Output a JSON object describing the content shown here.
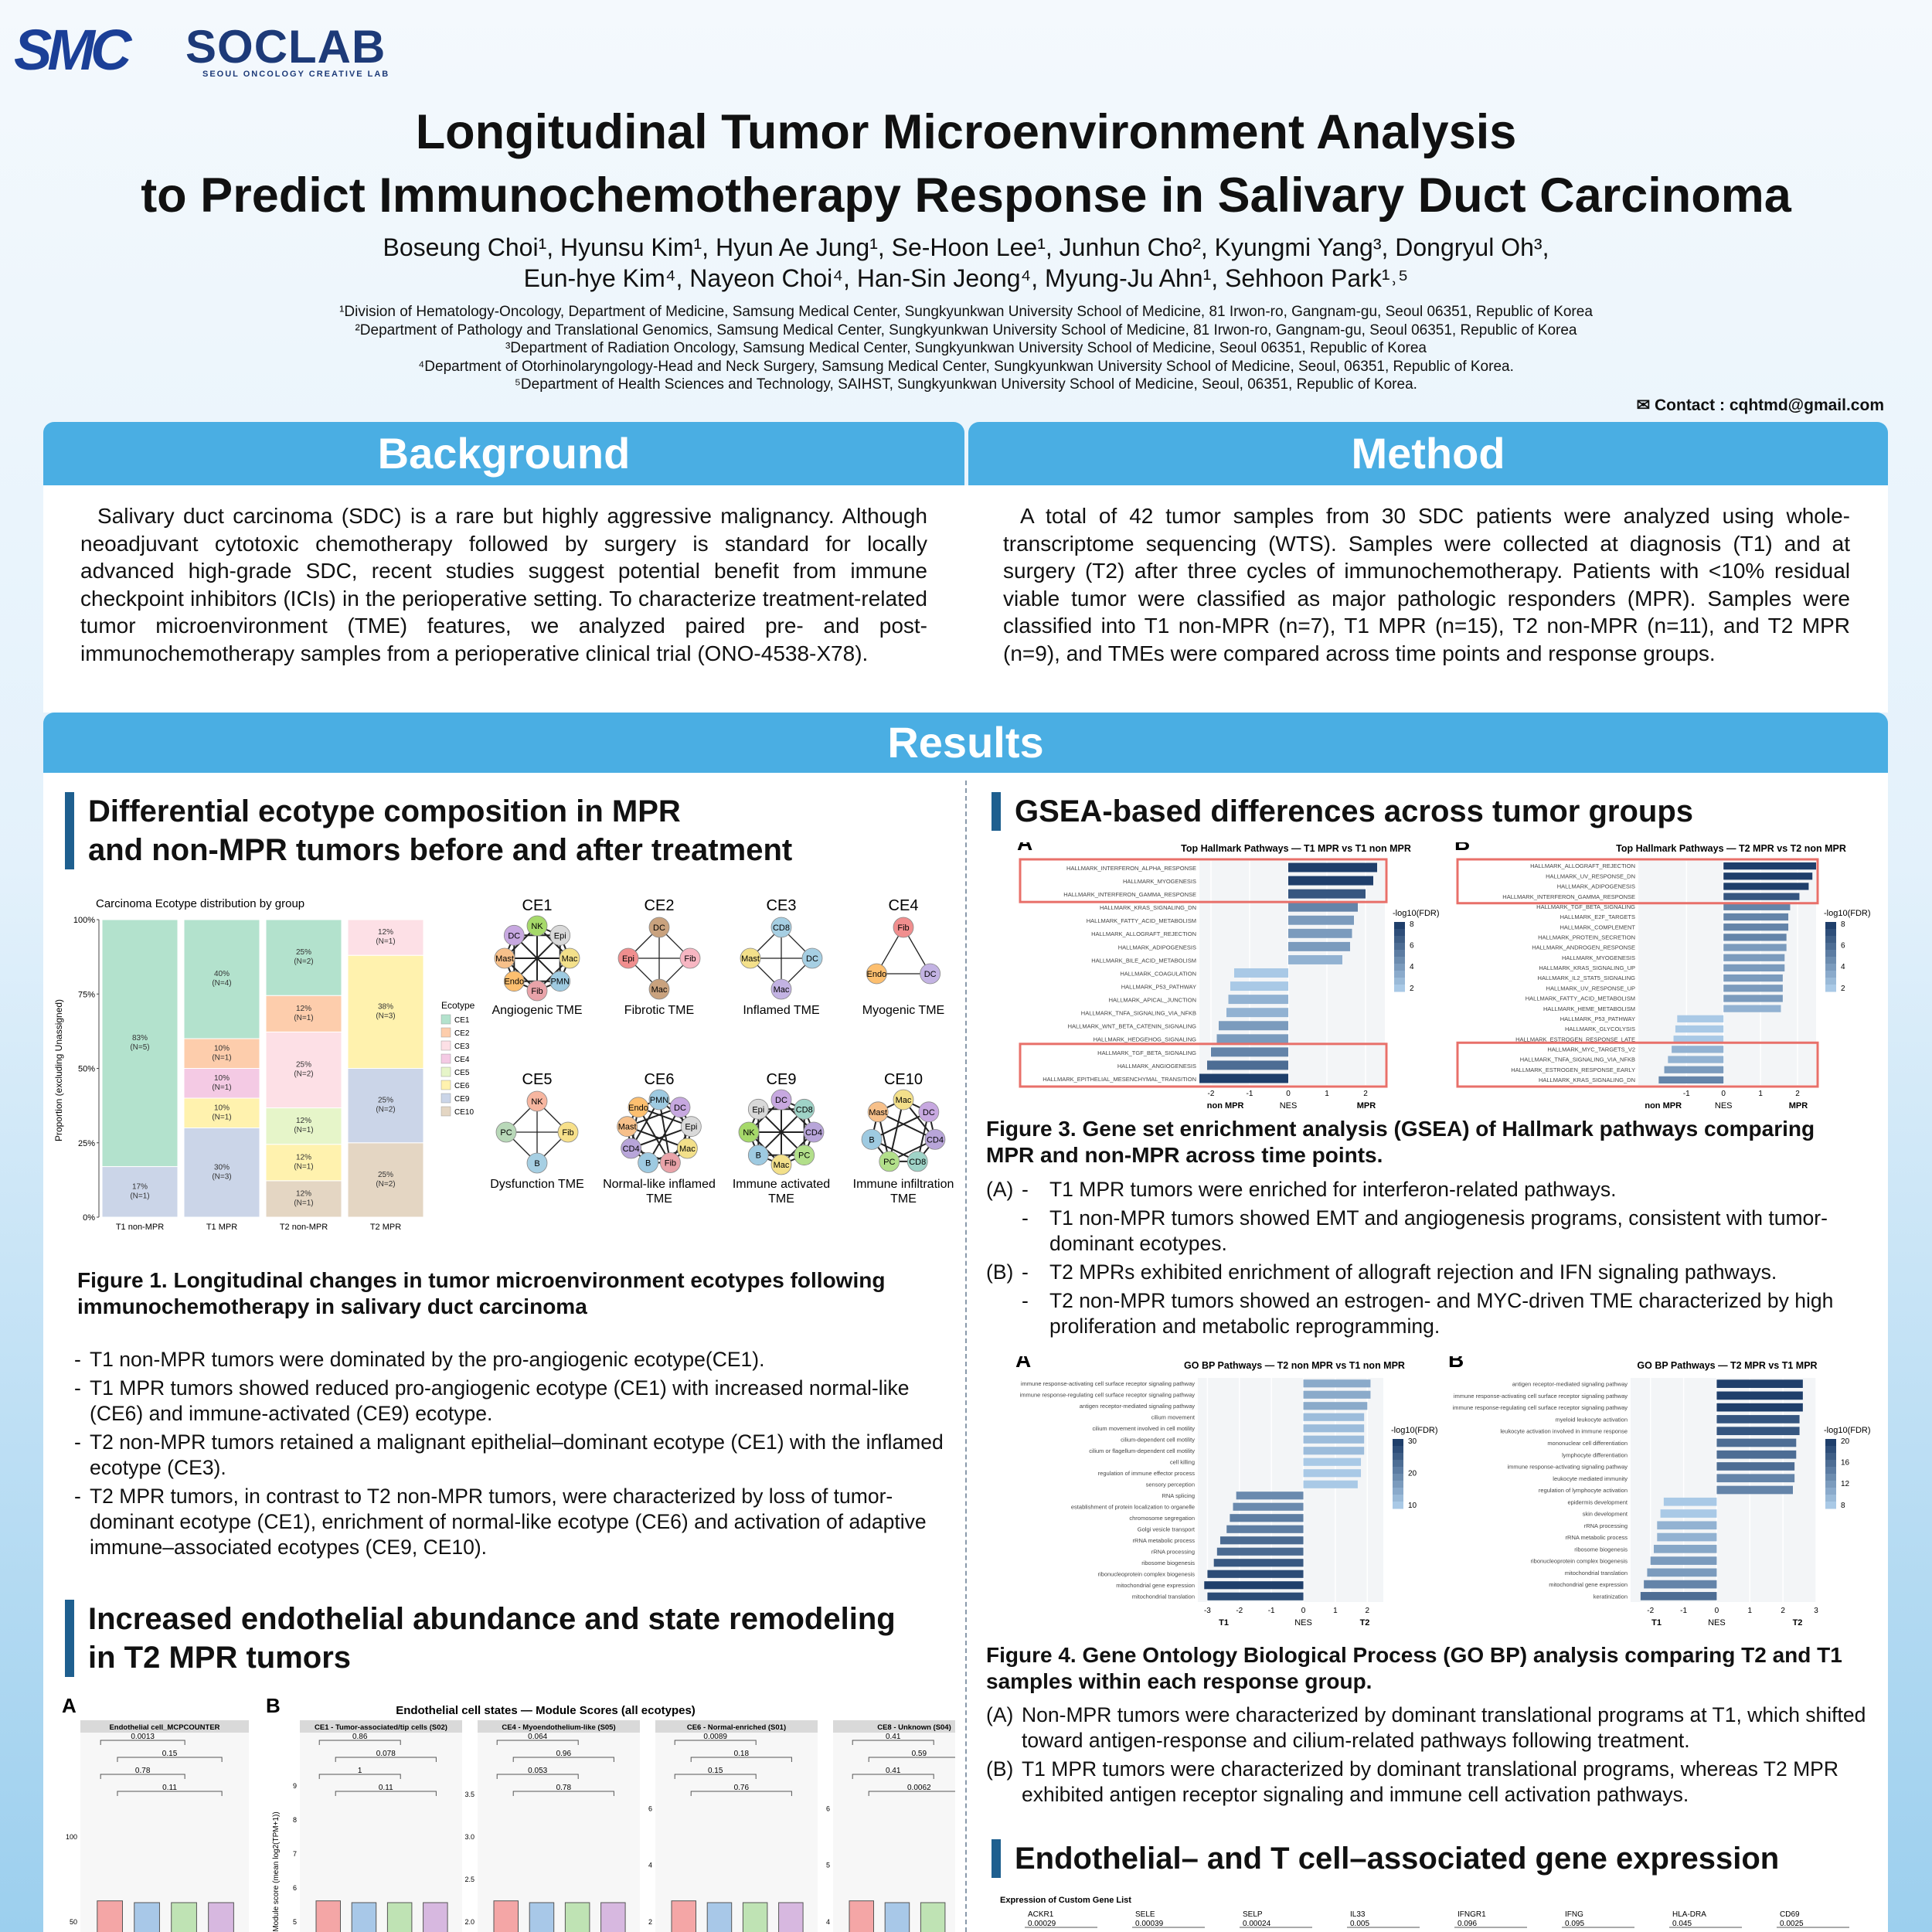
{
  "header": {
    "logo_main": "SMC",
    "logo_lab": "SOCLAB",
    "logo_sub": "SEOUL ONCOLOGY CREATIVE LAB",
    "title_line1": "Longitudinal Tumor Microenvironment Analysis",
    "title_line2": "to Predict Immunochemotherapy Response in Salivary Duct Carcinoma",
    "authors_line1": "Boseung Choi¹, Hyunsu Kim¹, Hyun Ae Jung¹, Se-Hoon Lee¹, Junhun Cho², Kyungmi Yang³, Dongryul Oh³,",
    "authors_line2": "Eun-hye Kim⁴, Nayeon Choi⁴, Han-Sin Jeong⁴, Myung-Ju Ahn¹, Sehhoon Park¹˒⁵",
    "affiliations": [
      "¹Division of Hematology-Oncology, Department of Medicine, Samsung Medical Center, Sungkyunkwan University School of Medicine, 81 Irwon-ro, Gangnam-gu, Seoul 06351, Republic of Korea",
      "²Department of Pathology and Translational Genomics, Samsung Medical Center, Sungkyunkwan University School of Medicine, 81 Irwon-ro, Gangnam-gu, Seoul 06351, Republic of Korea",
      "³Department of Radiation Oncology, Samsung Medical Center, Sungkyunkwan University School of Medicine, Seoul 06351, Republic of Korea",
      "⁴Department of Otorhinolaryngology-Head and Neck Surgery, Samsung Medical Center, Sungkyunkwan University School of Medicine, Seoul, 06351, Republic of Korea.",
      "⁵Department of Health Sciences and Technology, SAIHST, Sungkyunkwan University School of Medicine, Seoul, 06351, Republic of Korea."
    ],
    "contact": "✉ Contact : cqhtmd@gmail.com"
  },
  "background": {
    "heading": "Background",
    "text": "Salivary duct carcinoma (SDC) is a rare but highly aggressive malignancy. Although neoadjuvant cytotoxic chemotherapy followed by surgery is standard for locally advanced high-grade SDC, recent studies suggest potential benefit from immune checkpoint inhibitors (ICIs) in the perioperative setting. To characterize treatment-related tumor microenvironment (TME) features, we analyzed paired pre- and post-immunochemotherapy samples from a perioperative clinical trial (ONO-4538-X78)."
  },
  "method": {
    "heading": "Method",
    "text": "A total of 42 tumor samples from 30 SDC patients were analyzed using whole-transcriptome sequencing (WTS). Samples were collected at diagnosis (T1) and at surgery (T2) after three cycles of immunochemotherapy. Patients with <10% residual viable tumor were classified as major pathologic responders (MPR). Samples were classified into T1 non-MPR (n=7), T1 MPR (n=15), T2 non-MPR (n=11), and T2 MPR (n=9), and TMEs were compared across time points and response groups."
  },
  "results": {
    "heading": "Results",
    "sec1_title_l1": "Differential ecotype composition in MPR",
    "sec1_title_l2": "and non-MPR tumors before and after treatment",
    "fig1_caption": "Figure 1. Longitudinal changes in tumor microenvironment ecotypes following immunochemotherapy in salivary duct carcinoma",
    "fig1_bullets": [
      "T1 non-MPR tumors were dominated by the pro-angiogenic ecotype(CE1).",
      "T1 MPR tumors showed reduced pro-angiogenic ecotype (CE1) with increased normal-like (CE6) and immune-activated (CE9) ecotype.",
      "T2 non-MPR tumors retained a malignant epithelial–dominant ecotype (CE1) with the inflamed ecotype (CE3).",
      "T2 MPR tumors, in contrast to T2 non-MPR tumors, were characterized by loss of tumor-dominant ecotype (CE1), enrichment of normal-like ecotype (CE6) and activation of adaptive immune–associated ecotypes (CE9, CE10)."
    ],
    "sec2_title_l1": "Increased endothelial abundance and state remodeling",
    "sec2_title_l2": "in T2 MPR tumors",
    "sec3_title": "GSEA-based differences across tumor groups",
    "fig3_caption": "Figure 3. Gene set enrichment analysis (GSEA) of Hallmark pathways comparing MPR and non-MPR across time points.",
    "fig3_items": [
      {
        "key": "(A)",
        "text": "T1 MPR tumors were enriched for interferon-related pathways."
      },
      {
        "key": "",
        "text": "T1 non-MPR tumors showed EMT and angiogenesis programs, consistent with tumor-dominant ecotypes."
      },
      {
        "key": "(B)",
        "text": "T2 MPRs exhibited enrichment of allograft rejection and IFN signaling pathways."
      },
      {
        "key": "",
        "text": "T2 non-MPR tumors showed an estrogen- and MYC-driven TME characterized by high proliferation and metabolic reprogramming."
      }
    ],
    "fig4_caption": "Figure 4. Gene Ontology Biological Process (GO BP) analysis comparing T2 and T1 samples within each response group.",
    "fig4_items": [
      {
        "key": "(A)",
        "text": "Non-MPR tumors were characterized by dominant translational programs at T1, which shifted toward antigen-response and cilium-related pathways following treatment."
      },
      {
        "key": "(B)",
        "text": "T1 MPR tumors were characterized by dominant translational programs, whereas T2 MPR exhibited antigen receptor signaling and immune cell activation pathways."
      }
    ],
    "sec4_title": "Endothelial– and T cell–associated gene expression"
  },
  "chart_data": [
    {
      "type": "bar",
      "stacked": true,
      "title": "Carcinoma Ecotype distribution by group",
      "xlabel": "",
      "ylabel": "Proportion (excluding Unassigned)",
      "yticks": [
        "0%",
        "25%",
        "50%",
        "75%",
        "100%"
      ],
      "categories": [
        "T1 non-MPR",
        "T1 MPR",
        "T2 non-MPR",
        "T2 MPR"
      ],
      "legend_title": "Ecotype",
      "series": [
        {
          "name": "CE1",
          "color": "#b3e2cd",
          "values": [
            83,
            40,
            25,
            0
          ],
          "labels": [
            "83%\n(N=5)",
            "40%\n(N=4)",
            "25%\n(N=2)",
            ""
          ]
        },
        {
          "name": "CE2",
          "color": "#fdcdac",
          "values": [
            0,
            10,
            12,
            0
          ],
          "labels": [
            "",
            "10%\n(N=1)",
            "12%\n(N=1)",
            ""
          ]
        },
        {
          "name": "CE3",
          "color": "#fde0e6",
          "values": [
            0,
            0,
            25,
            12
          ],
          "labels": [
            "",
            "",
            "25%\n(N=2)",
            "12%\n(N=1)"
          ]
        },
        {
          "name": "CE4",
          "color": "#f4cae4",
          "values": [
            0,
            10,
            0,
            0
          ],
          "labels": [
            "",
            "10%\n(N=1)",
            "",
            ""
          ]
        },
        {
          "name": "CE5",
          "color": "#e6f5c9",
          "values": [
            0,
            0,
            12,
            0
          ],
          "labels": [
            "",
            "",
            "12%\n(N=1)",
            ""
          ]
        },
        {
          "name": "CE6",
          "color": "#fff2ae",
          "values": [
            0,
            10,
            12,
            38
          ],
          "labels": [
            "",
            "10%\n(N=1)",
            "12%\n(N=1)",
            "38%\n(N=3)"
          ]
        },
        {
          "name": "CE9",
          "color": "#cbd5e8",
          "values": [
            17,
            30,
            0,
            25
          ],
          "labels": [
            "17%\n(N=1)",
            "30%\n(N=3)",
            "",
            "25%\n(N=2)"
          ]
        },
        {
          "name": "CE10",
          "color": "#e4d6c3",
          "values": [
            0,
            0,
            12,
            25
          ],
          "labels": [
            "",
            "",
            "12%\n(N=1)",
            "25%\n(N=2)"
          ]
        }
      ]
    },
    {
      "type": "bar",
      "orientation": "horizontal",
      "panel": "A",
      "title": "Top Hallmark Pathways — T1 MPR vs T1 non MPR",
      "xlabel": "NES",
      "xlabel_left": "non MPR",
      "xlabel_right": "MPR",
      "legend_title": "-log10(FDR)",
      "legend_ticks": [
        "8",
        "6",
        "4",
        "2"
      ],
      "xticks": [
        "-2",
        "-1",
        "0",
        "1",
        "2"
      ],
      "xlim": [
        -2.3,
        2.5
      ],
      "categories": [
        "HALLMARK_INTERFERON_ALPHA_RESPONSE",
        "HALLMARK_MYOGENESIS",
        "HALLMARK_INTERFERON_GAMMA_RESPONSE",
        "HALLMARK_KRAS_SIGNALING_DN",
        "HALLMARK_FATTY_ACID_METABOLISM",
        "HALLMARK_ALLOGRAFT_REJECTION",
        "HALLMARK_ADIPOGENESIS",
        "HALLMARK_BILE_ACID_METABOLISM",
        "HALLMARK_COAGULATION",
        "HALLMARK_P53_PATHWAY",
        "HALLMARK_APICAL_JUNCTION",
        "HALLMARK_TNFA_SIGNALING_VIA_NFKB",
        "HALLMARK_WNT_BETA_CATENIN_SIGNALING",
        "HALLMARK_HEDGEHOG_SIGNALING",
        "HALLMARK_TGF_BETA_SIGNALING",
        "HALLMARK_ANGIOGENESIS",
        "HALLMARK_EPITHELIAL_MESENCHYMAL_TRANSITION"
      ],
      "values": [
        2.3,
        2.2,
        2.0,
        1.8,
        1.7,
        1.65,
        1.6,
        1.4,
        -1.4,
        -1.5,
        -1.55,
        -1.6,
        -1.8,
        -1.85,
        -2.0,
        -2.1,
        -2.3
      ],
      "fdr": [
        8,
        8,
        7,
        5,
        4,
        4,
        4,
        3,
        2,
        2,
        3,
        3,
        4,
        4,
        5,
        6,
        8
      ]
    },
    {
      "type": "bar",
      "orientation": "horizontal",
      "panel": "B",
      "title": "Top Hallmark Pathways — T2 MPR vs T2 non MPR",
      "xlabel": "NES",
      "xlabel_left": "non MPR",
      "xlabel_right": "MPR",
      "legend_title": "-log10(FDR)",
      "legend_ticks": [
        "8",
        "6",
        "4",
        "2"
      ],
      "xticks": [
        "-1",
        "0",
        "1",
        "2"
      ],
      "xlim": [
        -2.3,
        2.5
      ],
      "categories": [
        "HALLMARK_ALLOGRAFT_REJECTION",
        "HALLMARK_UV_RESPONSE_DN",
        "HALLMARK_ADIPOGENESIS",
        "HALLMARK_INTERFERON_GAMMA_RESPONSE",
        "HALLMARK_TGF_BETA_SIGNALING",
        "HALLMARK_E2F_TARGETS",
        "HALLMARK_COMPLEMENT",
        "HALLMARK_PROTEIN_SECRETION",
        "HALLMARK_ANDROGEN_RESPONSE",
        "HALLMARK_MYOGENESIS",
        "HALLMARK_KRAS_SIGNALING_UP",
        "HALLMARK_IL2_STAT5_SIGNALING",
        "HALLMARK_UV_RESPONSE_UP",
        "HALLMARK_FATTY_ACID_METABOLISM",
        "HALLMARK_HEME_METABOLISM",
        "HALLMARK_P53_PATHWAY",
        "HALLMARK_GLYCOLYSIS",
        "HALLMARK_ESTROGEN_RESPONSE_LATE",
        "HALLMARK_MYC_TARGETS_V2",
        "HALLMARK_TNFA_SIGNALING_VIA_NFKB",
        "HALLMARK_ESTROGEN_RESPONSE_EARLY",
        "HALLMARK_KRAS_SIGNALING_DN"
      ],
      "values": [
        2.5,
        2.4,
        2.3,
        2.05,
        1.8,
        1.75,
        1.75,
        1.7,
        1.7,
        1.65,
        1.65,
        1.6,
        1.6,
        1.6,
        1.55,
        -1.25,
        -1.3,
        -1.35,
        -1.4,
        -1.5,
        -1.6,
        -1.75
      ],
      "fdr": [
        8,
        8,
        8,
        7,
        5,
        5,
        5,
        5,
        4,
        4,
        4,
        4,
        4,
        4,
        3,
        2,
        2,
        2,
        3,
        3,
        4,
        5
      ]
    },
    {
      "type": "bar",
      "orientation": "horizontal",
      "panel": "A",
      "title": "GO BP Pathways — T2 non MPR vs T1 non MPR",
      "xlabel": "NES",
      "xlabel_left": "T1",
      "xlabel_right": "T2",
      "legend_title": "-log10(FDR)",
      "legend_ticks": [
        "30",
        "20",
        "10"
      ],
      "xticks": [
        "-3",
        "-2",
        "-1",
        "0",
        "1",
        "2"
      ],
      "xlim": [
        -3.3,
        2.5
      ],
      "categories": [
        "immune response-activating cell surface receptor signaling pathway",
        "immune response-regulating cell surface receptor signaling pathway",
        "antigen receptor-mediated signaling pathway",
        "cilium movement",
        "cilium movement involved in cell motility",
        "cilium-dependent cell motility",
        "cilium or flagellum-dependent cell motility",
        "cell killing",
        "regulation of immune effector process",
        "sensory perception",
        "RNA splicing",
        "establishment of protein localization to organelle",
        "chromosome segregation",
        "Golgi vesicle transport",
        "rRNA metabolic process",
        "rRNA processing",
        "ribosome biogenesis",
        "ribonucleoprotein complex biogenesis",
        "mitochondrial gene expression",
        "mitochondrial translation"
      ],
      "values": [
        2.1,
        2.1,
        2.0,
        1.9,
        1.9,
        1.9,
        1.9,
        1.8,
        1.8,
        1.7,
        -2.1,
        -2.2,
        -2.3,
        -2.4,
        -2.6,
        -2.7,
        -2.8,
        -3.0,
        -3.1,
        -3.0
      ],
      "fdr": [
        15,
        15,
        15,
        12,
        12,
        12,
        12,
        10,
        10,
        10,
        20,
        20,
        22,
        22,
        25,
        25,
        28,
        30,
        32,
        30
      ]
    },
    {
      "type": "bar",
      "orientation": "horizontal",
      "panel": "B",
      "title": "GO BP Pathways — T2 MPR vs T1 MPR",
      "xlabel": "NES",
      "xlabel_left": "T1",
      "xlabel_right": "T2",
      "legend_title": "-log10(FDR)",
      "legend_ticks": [
        "20",
        "16",
        "12",
        "8"
      ],
      "xticks": [
        "-2",
        "-1",
        "0",
        "1",
        "2",
        "3"
      ],
      "xlim": [
        -2.6,
        3.0
      ],
      "categories": [
        "antigen receptor-mediated signaling pathway",
        "immune response-activating cell surface receptor signaling pathway",
        "immune response-regulating cell surface receptor signaling pathway",
        "myeloid leukocyte activation",
        "leukocyte activation involved in immune response",
        "mononuclear cell differentiation",
        "lymphocyte differentiation",
        "immune response-activating signaling pathway",
        "leukocyte mediated immunity",
        "regulation of lymphocyte activation",
        "epidermis development",
        "skin development",
        "rRNA processing",
        "rRNA metabolic process",
        "ribosome biogenesis",
        "ribonucleoprotein complex biogenesis",
        "mitochondrial translation",
        "mitochondrial gene expression",
        "keratinization"
      ],
      "values": [
        2.6,
        2.6,
        2.6,
        2.5,
        2.5,
        2.4,
        2.4,
        2.35,
        2.35,
        2.3,
        -1.6,
        -1.7,
        -1.8,
        -1.8,
        -1.9,
        -2.0,
        -2.1,
        -2.2,
        -2.3
      ],
      "fdr": [
        20,
        20,
        20,
        18,
        18,
        16,
        16,
        16,
        14,
        14,
        8,
        8,
        10,
        10,
        11,
        12,
        12,
        14,
        16
      ]
    }
  ],
  "network_panels": [
    {
      "name": "CE1",
      "label": "Angiogenic TME",
      "nodes": [
        "NK",
        "Epi",
        "Mac",
        "PMN",
        "Fib",
        "Endo",
        "Mast",
        "DC"
      ]
    },
    {
      "name": "CE2",
      "label": "Fibrotic TME",
      "nodes": [
        "DC",
        "Fib",
        "Mac",
        "Epi"
      ]
    },
    {
      "name": "CE3",
      "label": "Inflamed TME",
      "nodes": [
        "CD8",
        "DC",
        "Mac",
        "Mast"
      ]
    },
    {
      "name": "CE4",
      "label": "Myogenic TME",
      "nodes": [
        "Fib",
        "DC",
        "Endo"
      ]
    },
    {
      "name": "CE5",
      "label": "Dysfunction TME",
      "nodes": [
        "NK",
        "Fib",
        "B",
        "PC"
      ]
    },
    {
      "name": "CE6",
      "label": "Normal-like inflamed TME",
      "nodes": [
        "PMN",
        "DC",
        "Epi",
        "Mac",
        "Fib",
        "B",
        "CD4",
        "Mast",
        "Endo"
      ]
    },
    {
      "name": "CE9",
      "label": "Immune activated TME",
      "nodes": [
        "DC",
        "CD8",
        "CD4",
        "PC",
        "Mac",
        "B",
        "NK",
        "Epi"
      ]
    },
    {
      "name": "CE10",
      "label": "Immune infiltration TME",
      "nodes": [
        "Mac",
        "DC",
        "CD4",
        "CD8",
        "PC",
        "B",
        "Mast"
      ]
    }
  ],
  "fig2": {
    "panel_a": "A",
    "panel_b": "B",
    "a_title": "Endothelial cell_MCPCOUNTER",
    "a_yticks": [
      "50",
      "100"
    ],
    "a_pvals": [
      "0.0013",
      "0.15",
      "0.78",
      "0.11"
    ],
    "b_title": "Endothelial cell states — Module Scores (all ecotypes)",
    "b_ylabel": "Module score (mean log2(TPM+1))",
    "b_facets": [
      {
        "title": "CE1 - Tumor-associated/tip cells (S02)",
        "pvals": [
          "0.86",
          "0.078",
          "1",
          "0.11"
        ],
        "yticks": [
          "5",
          "6",
          "7",
          "8",
          "9"
        ]
      },
      {
        "title": "CE4 - Myoendothelium-like (S05)",
        "pvals": [
          "0.064",
          "0.96",
          "0.053",
          "0.78"
        ],
        "yticks": [
          "2.0",
          "2.5",
          "3.0",
          "3.5"
        ]
      },
      {
        "title": "CE6 - Normal-enriched (S01)",
        "pvals": [
          "0.0089",
          "0.18",
          "0.15",
          "0.76"
        ],
        "yticks": [
          "2",
          "4",
          "6"
        ]
      },
      {
        "title": "CE8 - Unknown (S04)",
        "pvals": [
          "0.41",
          "0.59",
          "0.41",
          "0.0062"
        ],
        "yticks": [
          "4",
          "5",
          "6"
        ]
      }
    ]
  },
  "fig5": {
    "title": "Expression of Custom Gene List",
    "genes": [
      "ACKR1",
      "SELE",
      "SELP",
      "IL33",
      "IFNGR1",
      "IFNG",
      "HLA-DRA",
      "CD69"
    ],
    "pvals": [
      "0.00029",
      "0.00039",
      "0.00024",
      "0.005",
      "0.096",
      "0.095",
      "0.045",
      "0.0025"
    ]
  },
  "colors": {
    "banner": "#4aaee3",
    "accent_bar": "#1e5f8f",
    "highlight_box": "#e8706a",
    "fdr_low": "#a9c9e6",
    "fdr_high": "#1f3f6b"
  }
}
